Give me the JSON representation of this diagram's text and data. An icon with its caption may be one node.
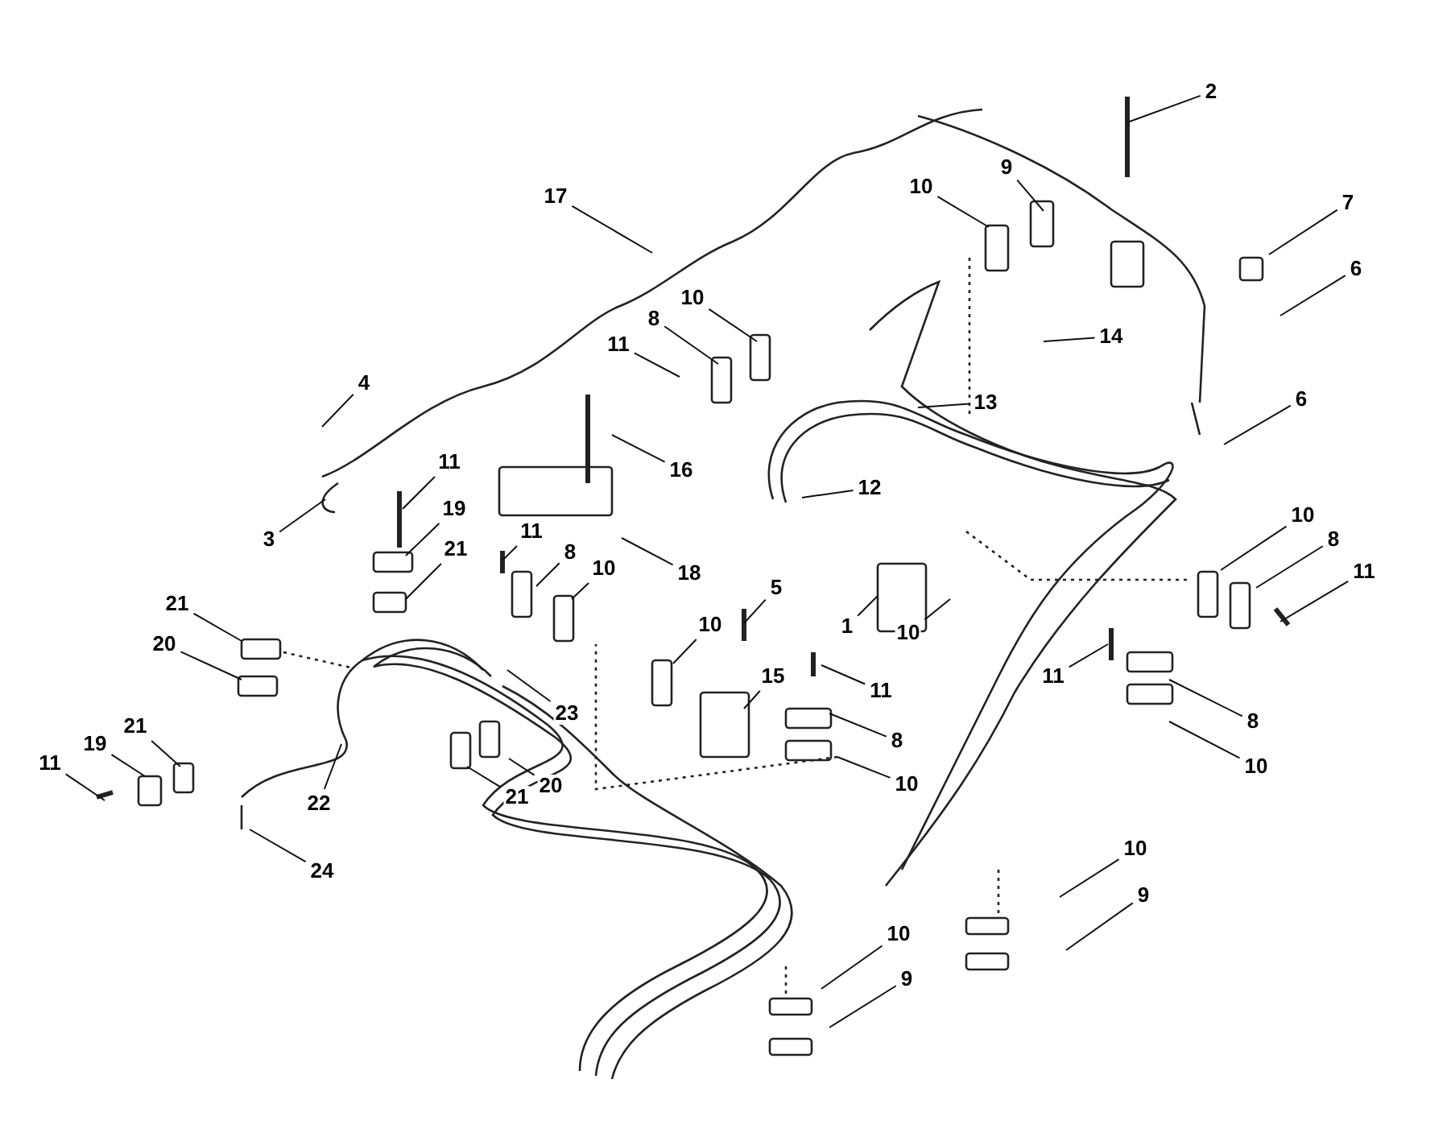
{
  "diagram": {
    "nodes": [
      {
        "text": [
          "2"
        ]
      },
      {
        "text": [
          "9"
        ]
      },
      {
        "text": [
          "10"
        ]
      },
      {
        "text": [
          "17"
        ]
      },
      {
        "text": [
          "7"
        ]
      },
      {
        "text": [
          "6"
        ]
      },
      {
        "text": [
          "10"
        ]
      },
      {
        "text": [
          "8"
        ]
      },
      {
        "text": [
          "14"
        ]
      },
      {
        "text": [
          "11"
        ]
      },
      {
        "text": [
          "4"
        ]
      },
      {
        "text": [
          "13"
        ]
      },
      {
        "text": [
          "6"
        ]
      },
      {
        "text": [
          "16"
        ]
      },
      {
        "text": [
          "11"
        ]
      },
      {
        "text": [
          "3"
        ]
      },
      {
        "text": [
          "12"
        ]
      },
      {
        "text": [
          "19"
        ]
      },
      {
        "text": [
          "10"
        ]
      },
      {
        "text": [
          "11"
        ]
      },
      {
        "text": [
          "8"
        ]
      },
      {
        "text": [
          "21"
        ]
      },
      {
        "text": [
          "18"
        ]
      },
      {
        "text": [
          "10"
        ]
      },
      {
        "text": [
          "8"
        ]
      },
      {
        "text": [
          "11"
        ]
      },
      {
        "text": [
          "1"
        ]
      },
      {
        "text": [
          "10"
        ]
      },
      {
        "text": [
          "5"
        ]
      },
      {
        "text": [
          "21"
        ]
      },
      {
        "text": [
          "10"
        ]
      },
      {
        "text": [
          "20"
        ]
      },
      {
        "text": [
          "15"
        ]
      },
      {
        "text": [
          "11"
        ]
      },
      {
        "text": [
          "11"
        ]
      },
      {
        "text": [
          "8"
        ]
      },
      {
        "text": [
          "23"
        ]
      },
      {
        "text": [
          "8"
        ]
      },
      {
        "text": [
          "10"
        ]
      },
      {
        "text": [
          "21"
        ]
      },
      {
        "text": [
          "19"
        ]
      },
      {
        "text": [
          "11"
        ]
      },
      {
        "text": [
          "22"
        ]
      },
      {
        "text": [
          "21"
        ]
      },
      {
        "text": [
          "20"
        ]
      },
      {
        "text": [
          "10"
        ]
      },
      {
        "text": [
          "24"
        ]
      },
      {
        "text": [
          "10"
        ]
      },
      {
        "text": [
          "9"
        ]
      },
      {
        "text": [
          "10"
        ]
      },
      {
        "text": [
          "9"
        ]
      }
    ],
    "edges": [
      {
        "from": 0,
        "to": null,
        "arrow": "none"
      },
      {
        "from": 1,
        "to": null,
        "arrow": "none"
      },
      {
        "from": 2,
        "to": null,
        "arrow": "none"
      },
      {
        "from": 3,
        "to": null,
        "arrow": "none"
      },
      {
        "from": 4,
        "to": null,
        "arrow": "none"
      },
      {
        "from": 5,
        "to": null,
        "arrow": "none"
      },
      {
        "from": 6,
        "to": null,
        "arrow": "none"
      },
      {
        "from": 7,
        "to": null,
        "arrow": "none"
      },
      {
        "from": 8,
        "to": null,
        "arrow": "none"
      },
      {
        "from": 9,
        "to": null,
        "arrow": "none"
      },
      {
        "from": 10,
        "to": null,
        "arrow": "none"
      },
      {
        "from": 11,
        "to": null,
        "arrow": "none"
      },
      {
        "from": 12,
        "to": null,
        "arrow": "none"
      },
      {
        "from": 13,
        "to": null,
        "arrow": "none"
      },
      {
        "from": 14,
        "to": null,
        "arrow": "none"
      },
      {
        "from": 15,
        "to": null,
        "arrow": "none"
      },
      {
        "from": 16,
        "to": null,
        "arrow": "none"
      },
      {
        "from": 17,
        "to": null,
        "arrow": "none"
      },
      {
        "from": 18,
        "to": null,
        "arrow": "none"
      },
      {
        "from": 19,
        "to": null,
        "arrow": "none"
      },
      {
        "from": 20,
        "to": null,
        "arrow": "none"
      },
      {
        "from": 21,
        "to": null,
        "arrow": "none"
      },
      {
        "from": 22,
        "to": null,
        "arrow": "none"
      },
      {
        "from": 23,
        "to": null,
        "arrow": "none"
      },
      {
        "from": 24,
        "to": null,
        "arrow": "none"
      },
      {
        "from": 25,
        "to": null,
        "arrow": "none"
      },
      {
        "from": 26,
        "to": null,
        "arrow": "none"
      },
      {
        "from": 27,
        "to": null,
        "arrow": "none"
      },
      {
        "from": 28,
        "to": null,
        "arrow": "none"
      },
      {
        "from": 29,
        "to": null,
        "arrow": "none"
      },
      {
        "from": 30,
        "to": null,
        "arrow": "none"
      },
      {
        "from": 31,
        "to": null,
        "arrow": "none"
      },
      {
        "from": 32,
        "to": null,
        "arrow": "none"
      },
      {
        "from": 33,
        "to": null,
        "arrow": "none"
      },
      {
        "from": 34,
        "to": null,
        "arrow": "none"
      },
      {
        "from": 35,
        "to": null,
        "arrow": "none"
      },
      {
        "from": 36,
        "to": null,
        "arrow": "none"
      },
      {
        "from": 37,
        "to": null,
        "arrow": "none"
      },
      {
        "from": 38,
        "to": null,
        "arrow": "none"
      },
      {
        "from": 39,
        "to": null,
        "arrow": "none"
      },
      {
        "from": 40,
        "to": null,
        "arrow": "none"
      },
      {
        "from": 41,
        "to": null,
        "arrow": "none"
      },
      {
        "from": 42,
        "to": null,
        "arrow": "none"
      },
      {
        "from": 43,
        "to": null,
        "arrow": "none"
      },
      {
        "from": 44,
        "to": null,
        "arrow": "none"
      },
      {
        "from": 45,
        "to": null,
        "arrow": "none"
      },
      {
        "from": 46,
        "to": null,
        "arrow": "none"
      },
      {
        "from": 47,
        "to": null,
        "arrow": "none"
      },
      {
        "from": 48,
        "to": null,
        "arrow": "none"
      },
      {
        "from": 49,
        "to": null,
        "arrow": "none"
      },
      {
        "from": 50,
        "to": null,
        "arrow": "none"
      }
    ]
  }
}
